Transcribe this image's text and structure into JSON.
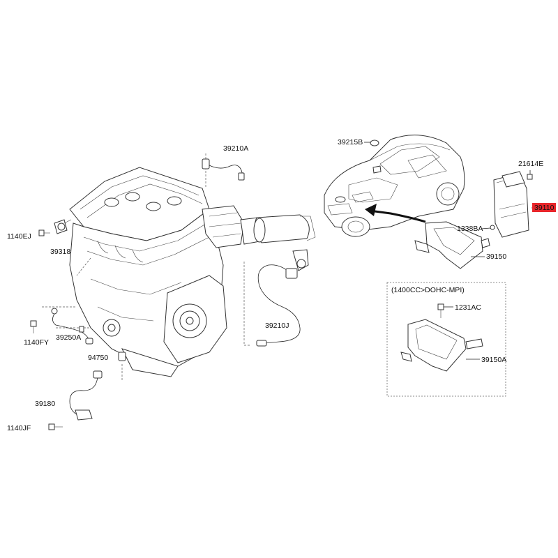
{
  "labels": {
    "p39210A": "39210A",
    "p1140EJ": "1140EJ",
    "p39318": "39318",
    "p1140FY": "1140FY",
    "p39250A": "39250A",
    "p94750": "94750",
    "p39180": "39180",
    "p1140JF": "1140JF",
    "p39210J": "39210J",
    "p39215B": "39215B",
    "p21614E": "21614E",
    "p39110": "39110",
    "p1338BA": "1338BA",
    "p39150": "39150",
    "variant": "(1400CC>DOHC-MPI)",
    "p1231AC": "1231AC",
    "p39150A": "39150A"
  },
  "colors": {
    "highlight": "#e8262b",
    "line": "#222222"
  },
  "highlighted_part": "39110"
}
